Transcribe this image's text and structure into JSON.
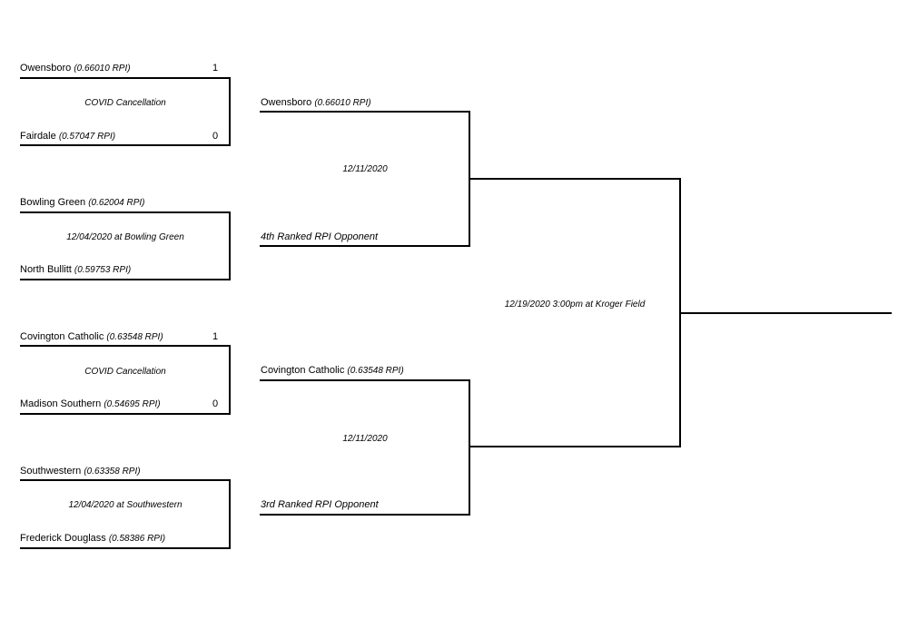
{
  "round1": [
    {
      "top": {
        "name": "Owensboro",
        "rpi": "(0.66010 RPI)",
        "score": "1"
      },
      "bottom": {
        "name": "Fairdale",
        "rpi": "(0.57047 RPI)",
        "score": "0"
      },
      "note": "COVID Cancellation"
    },
    {
      "top": {
        "name": "Bowling Green",
        "rpi": "(0.62004 RPI)",
        "score": ""
      },
      "bottom": {
        "name": "North Bullitt",
        "rpi": "(0.59753 RPI)",
        "score": ""
      },
      "note": "12/04/2020 at Bowling Green"
    },
    {
      "top": {
        "name": "Covington Catholic",
        "rpi": "(0.63548 RPI)",
        "score": "1"
      },
      "bottom": {
        "name": "Madison Southern",
        "rpi": "(0.54695 RPI)",
        "score": "0"
      },
      "note": "COVID Cancellation"
    },
    {
      "top": {
        "name": "Southwestern",
        "rpi": "(0.63358 RPI)",
        "score": ""
      },
      "bottom": {
        "name": "Frederick Douglass",
        "rpi": "(0.58386 RPI)",
        "score": ""
      },
      "note": "12/04/2020 at Southwestern"
    }
  ],
  "round2": [
    {
      "top": {
        "name": "Owensboro",
        "rpi": "(0.66010 RPI)"
      },
      "bottom": {
        "label": "4th Ranked RPI Opponent"
      },
      "note": "12/11/2020"
    },
    {
      "top": {
        "name": "Covington Catholic",
        "rpi": "(0.63548 RPI)"
      },
      "bottom": {
        "label": "3rd Ranked RPI Opponent"
      },
      "note": "12/11/2020"
    }
  ],
  "final": {
    "note": "12/19/2020  3:00pm at Kroger Field"
  }
}
